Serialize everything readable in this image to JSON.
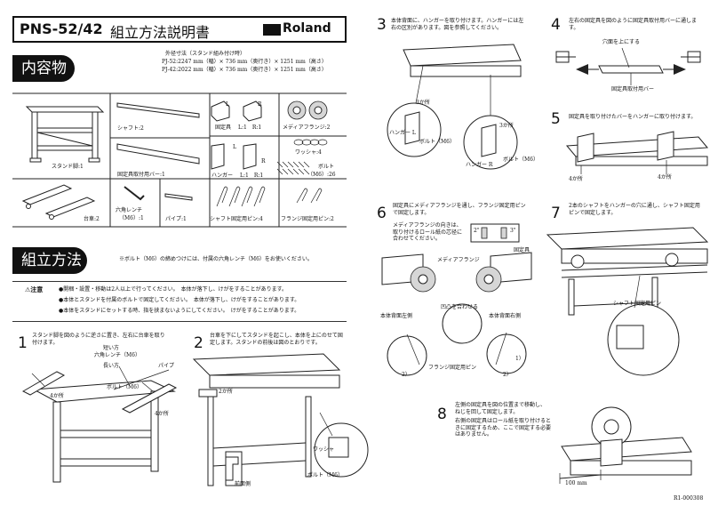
{
  "header": {
    "model": "PNS-52/42",
    "title": "組立方法説明書",
    "logo": "Roland"
  },
  "contents": {
    "heading": "内容物",
    "dims": [
      "外径寸法（スタンド組み付け時）",
      "PJ-52:2247 mm（幅）× 736 mm（奥行き）× 1251 mm（高さ）",
      "PJ-42:2022 mm（幅）× 736 mm（奥行き）× 1251 mm（高さ）"
    ],
    "parts": {
      "stand": "スタンド脚:1",
      "shaft": "シャフト:2",
      "bar": "固定具取付用バー:1",
      "fixture": "固定具",
      "fixture_lr": "L:1　R:1",
      "fixture_l": "L",
      "fixture_r": "R",
      "hanger": "ハンガー",
      "hanger_lr": "L:1　R:1",
      "hanger_l": "L",
      "hanger_r": "R",
      "flange": "メディアフランジ:2",
      "washer": "ワッシャ:4",
      "bolt_name": "ボルト",
      "bolt_count": "（M6）:26",
      "base": "台車:2",
      "wrench_name": "六角レンチ",
      "wrench_count": "（M6）:1",
      "pipe": "パイプ:1",
      "shaft_pin": "シャフト固定用ピン:4",
      "flange_pin": "フランジ固定用ピン:2"
    }
  },
  "assembly": {
    "heading": "組立方法",
    "note": "※ボルト（M6）の締めつけには、付属の六角レンチ（M6）をお使いください。",
    "caution_label": "⚠注意",
    "cautions": [
      "●開梱・設置・移動は2人以上で行ってください。　本体が落下し、けがをすることがあります。",
      "●本体とスタンドを付属のボルトで固定してください。　本体が落下し、けがをすることがあります。",
      "●本体をスタンドにセットする時、指を挟まないようにしてください。　けがをすることがあります。"
    ]
  },
  "steps": [
    {
      "num": "1",
      "text": "スタンド脚を図のように逆さに置き、左右に台車を取り付けます。",
      "labels": [
        "短い方",
        "六角レンチ（M6）",
        "長い方",
        "パイプ",
        "ボルト（M6）",
        "4か所",
        "4か所"
      ]
    },
    {
      "num": "2",
      "text": "台車を下にしてスタンドを起こし、本体を上にのせて固定します。スタンドの前後は図のとおりです。",
      "labels": [
        "2か所",
        "前面側",
        "ワッシャ",
        "ボルト（M6）"
      ]
    },
    {
      "num": "3",
      "text": "本体背面に、ハンガーを取り付けます。ハンガーには左右の区別があります。図を参照してください。",
      "labels": [
        "3か所",
        "3か所",
        "ハンガー L",
        "ボルト（M6）",
        "ハンガー R",
        "ボルト（M6）"
      ]
    },
    {
      "num": "4",
      "text": "左右の固定具を図のように固定具取付用バーに通します。",
      "labels": [
        "穴面を上にする",
        "固定具取付用バー"
      ]
    },
    {
      "num": "5",
      "text": "固定具を取り付けたバーをハンガーに取り付けます。",
      "labels": [
        "4か所",
        "4か所"
      ]
    },
    {
      "num": "6",
      "text": "固定具にメディアフランジを通し、フランジ固定用ピンで固定します。",
      "text2": "メディアフランジの向きは、取り付けるロール紙の芯径に合わせてください。",
      "labels": [
        "2\"",
        "3\"",
        "固定具",
        "メディアフランジ",
        "凹凸を合わせる",
        "本体背面左側",
        "本体背面右側",
        "フランジ固定用ピン",
        "2）",
        "1）",
        "2）"
      ]
    },
    {
      "num": "7",
      "text": "2本のシャフトをハンガーの穴に通し、シャフト固定用ピンで固定します。",
      "labels": [
        "シャフト固定用ピン"
      ]
    },
    {
      "num": "8",
      "text": "左側の固定具を図の位置まで移動し、ねじを回して固定します。",
      "text2": "右側の固定具はロール紙を取り付けるときに固定するため、ここで固定する必要はありません。",
      "labels": [
        "100 mm"
      ]
    }
  ],
  "footer": {
    "code": "R1-000308"
  }
}
